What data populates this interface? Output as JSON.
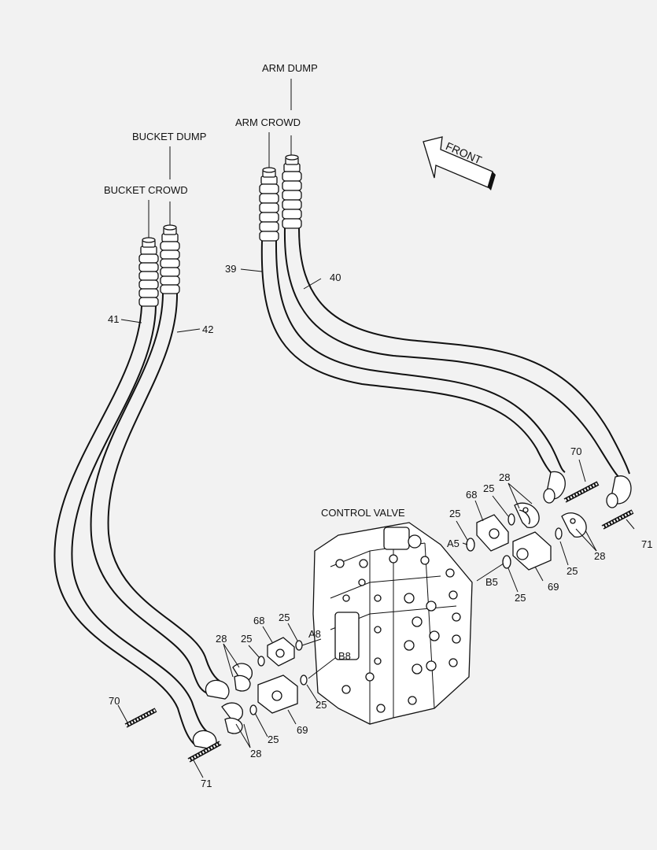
{
  "labels": {
    "arm_dump": "ARM DUMP",
    "arm_crowd": "ARM CROWD",
    "bucket_dump": "BUCKET DUMP",
    "bucket_crowd": "BUCKET CROWD",
    "front": "FRONT",
    "control_valve": "CONTROL VALVE"
  },
  "ports": {
    "a5": "A5",
    "b5": "B5",
    "a8": "A8",
    "b8": "B8"
  },
  "callouts": {
    "p39": "39",
    "p40": "40",
    "p41": "41",
    "p42": "42",
    "p70_right": "70",
    "p70_left": "70",
    "p71_right": "71",
    "p71_left": "71",
    "p68_right": "68",
    "p68_left": "68",
    "p69_right": "69",
    "p69_left": "69",
    "p28_right_top": "28",
    "p28_right_bottom": "28",
    "p28_left_top": "28",
    "p28_left_bottom": "28",
    "p25_r1": "25",
    "p25_r2": "25",
    "p25_r3": "25",
    "p25_r4": "25",
    "p25_l1": "25",
    "p25_l2": "25",
    "p25_l3": "25",
    "p25_l4": "25"
  }
}
